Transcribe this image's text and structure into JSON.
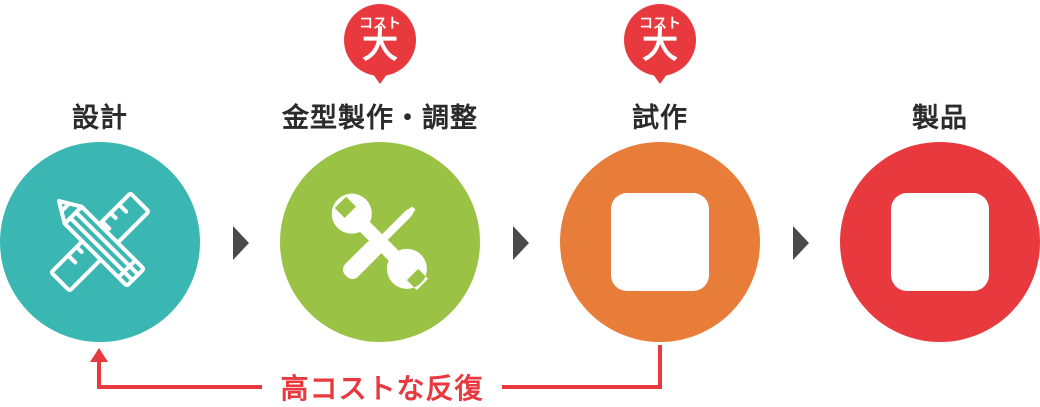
{
  "steps": [
    {
      "label": "設計",
      "color": "#3bb7b3",
      "icon": "pencil-ruler-icon"
    },
    {
      "label": "金型製作・調整",
      "color": "#9ac244",
      "icon": "wrench-screwdriver-icon"
    },
    {
      "label": "試作",
      "color": "#e87d3a",
      "icon": "square-icon"
    },
    {
      "label": "製品",
      "color": "#e8393e",
      "icon": "square-icon"
    }
  ],
  "cost_badge": {
    "small": "コスト",
    "big": "大",
    "color": "#e8393e"
  },
  "loop": {
    "label": "高コストな反復",
    "color": "#e8393e"
  }
}
